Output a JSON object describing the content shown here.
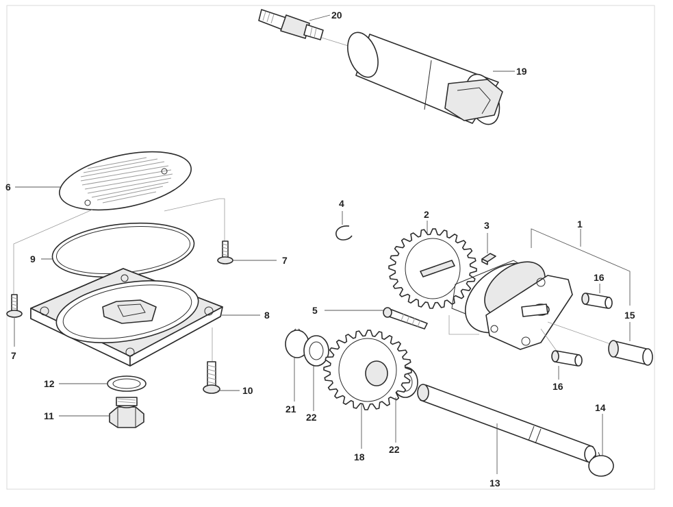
{
  "diagram": {
    "callouts": [
      {
        "id": "c1",
        "text": "1"
      },
      {
        "id": "c2",
        "text": "2"
      },
      {
        "id": "c3",
        "text": "3"
      },
      {
        "id": "c4",
        "text": "4"
      },
      {
        "id": "c5",
        "text": "5"
      },
      {
        "id": "c6",
        "text": "6"
      },
      {
        "id": "c7a",
        "text": "7"
      },
      {
        "id": "c7b",
        "text": "7"
      },
      {
        "id": "c8",
        "text": "8"
      },
      {
        "id": "c9",
        "text": "9"
      },
      {
        "id": "c10",
        "text": "10"
      },
      {
        "id": "c11",
        "text": "11"
      },
      {
        "id": "c12",
        "text": "12"
      },
      {
        "id": "c13",
        "text": "13"
      },
      {
        "id": "c14",
        "text": "14"
      },
      {
        "id": "c15",
        "text": "15"
      },
      {
        "id": "c16a",
        "text": "16"
      },
      {
        "id": "c16b",
        "text": "16"
      },
      {
        "id": "c18",
        "text": "18"
      },
      {
        "id": "c19",
        "text": "19"
      },
      {
        "id": "c20",
        "text": "20"
      },
      {
        "id": "c21",
        "text": "21"
      },
      {
        "id": "c22a",
        "text": "22"
      },
      {
        "id": "c22b",
        "text": "22"
      }
    ]
  },
  "colors": {
    "line": "#2b2b2b",
    "shade": "#e9e9e9",
    "background": "#ffffff"
  }
}
